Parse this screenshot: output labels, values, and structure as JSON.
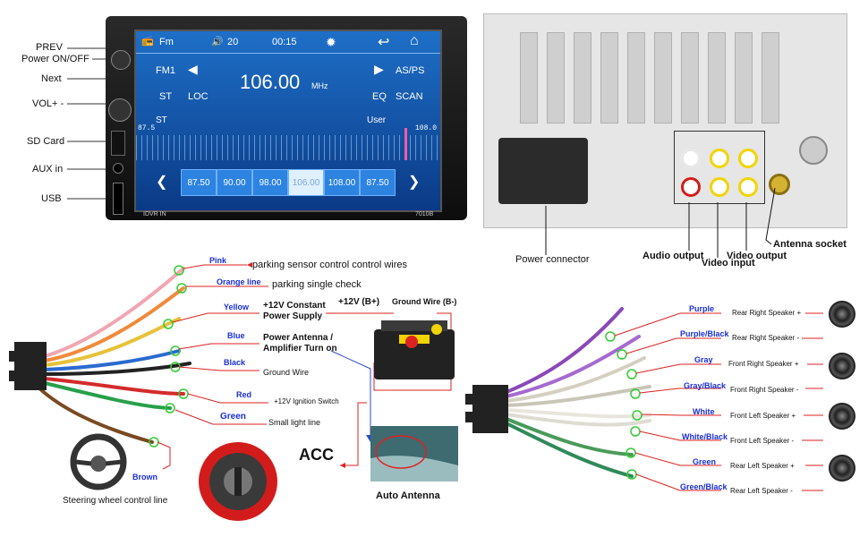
{
  "head_unit": {
    "side_labels": [
      "PREV",
      "Power ON/OFF",
      "Next",
      "VOL+ -",
      "SD Card",
      "AUX in",
      "USB"
    ],
    "screen": {
      "mode": "Fm",
      "volume": "20",
      "time": "00:15",
      "band": "FM1",
      "frequency": "106.00",
      "unit": "MHz",
      "buttons": {
        "st": "ST",
        "loc": "LOC",
        "asps": "AS/PS",
        "eq": "EQ",
        "scan": "SCAN"
      },
      "scale_left": "ST",
      "scale_right": "User",
      "scale_min": "87.5",
      "scale_max": "108.0",
      "presets": [
        "87.50",
        "90.00",
        "98.00",
        "106.00",
        "108.00",
        "87.50"
      ],
      "selected_preset": 3,
      "footer_left": "IDVR IN",
      "footer_right": "7010B"
    }
  },
  "rear_panel": {
    "labels": {
      "power": "Power connector",
      "audio": "Audio output",
      "video_in": "Video input",
      "video_out": "Video output",
      "antenna": "Antenna socket"
    }
  },
  "power_harness": {
    "wires": [
      {
        "color": "Pink",
        "desc": "parking sensor control control wires"
      },
      {
        "color": "Orange line",
        "desc": "parking single check"
      },
      {
        "color": "Yellow",
        "desc": "+12V Constant Power Supply"
      },
      {
        "color": "Blue",
        "desc": "Power Antenna / Amplifier Turn on"
      },
      {
        "color": "Black",
        "desc": "Ground Wire"
      },
      {
        "color": "Red",
        "desc": "+12V  Ignition Switch"
      },
      {
        "color": "Green",
        "desc": "Small light line"
      },
      {
        "color": "Brown",
        "desc": "Steering wheel control line"
      }
    ],
    "battery_pos": "+12V  (B+)",
    "battery_neg": "Ground Wire (B-)",
    "acc": "ACC",
    "auto_antenna": "Auto Antenna"
  },
  "speaker_harness": {
    "wires": [
      {
        "color": "Purple",
        "desc": "Rear Right Speaker +"
      },
      {
        "color": "Purple/Black",
        "desc": "Rear Right Speaker -"
      },
      {
        "color": "Gray",
        "desc": "Front Right Speaker +"
      },
      {
        "color": "Gray/Black",
        "desc": "Front Right Speaker -"
      },
      {
        "color": "White",
        "desc": "Front Left Speaker +"
      },
      {
        "color": "White/Black",
        "desc": "Front Left Speaker -"
      },
      {
        "color": "Green",
        "desc": "Rear Left Speaker +"
      },
      {
        "color": "Green/Black",
        "desc": "Rear Left Speaker -"
      }
    ]
  }
}
